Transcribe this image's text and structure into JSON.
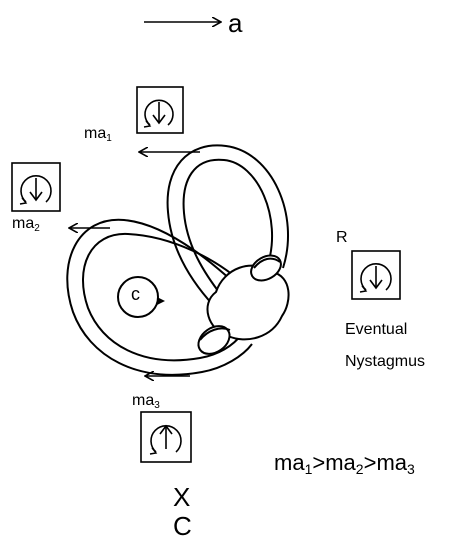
{
  "top_arrow_label": "a",
  "labels": {
    "ma1": {
      "base": "ma",
      "sub": "1"
    },
    "ma2": {
      "base": "ma",
      "sub": "2"
    },
    "ma3": {
      "base": "ma",
      "sub": "3"
    },
    "canal_center": "c",
    "right_box_label": "R",
    "eventual_line1": "Eventual",
    "eventual_line2": "Nystagmus",
    "axis_x": "X",
    "axis_c": "C"
  },
  "relation": [
    {
      "base": "ma",
      "sub": "1"
    },
    {
      "sep": ">"
    },
    {
      "base": "ma",
      "sub": "2"
    },
    {
      "sep": ">"
    },
    {
      "base": "ma",
      "sub": "3"
    }
  ],
  "icons": {
    "box_ma1": "rotation-down-arrow-icon",
    "box_ma2": "rotation-down-arrow-icon",
    "box_ma3": "rotation-up-arrow-icon",
    "box_eventual": "rotation-down-arrow-icon"
  },
  "colors": {
    "ink": "#000000",
    "background": "#ffffff"
  }
}
